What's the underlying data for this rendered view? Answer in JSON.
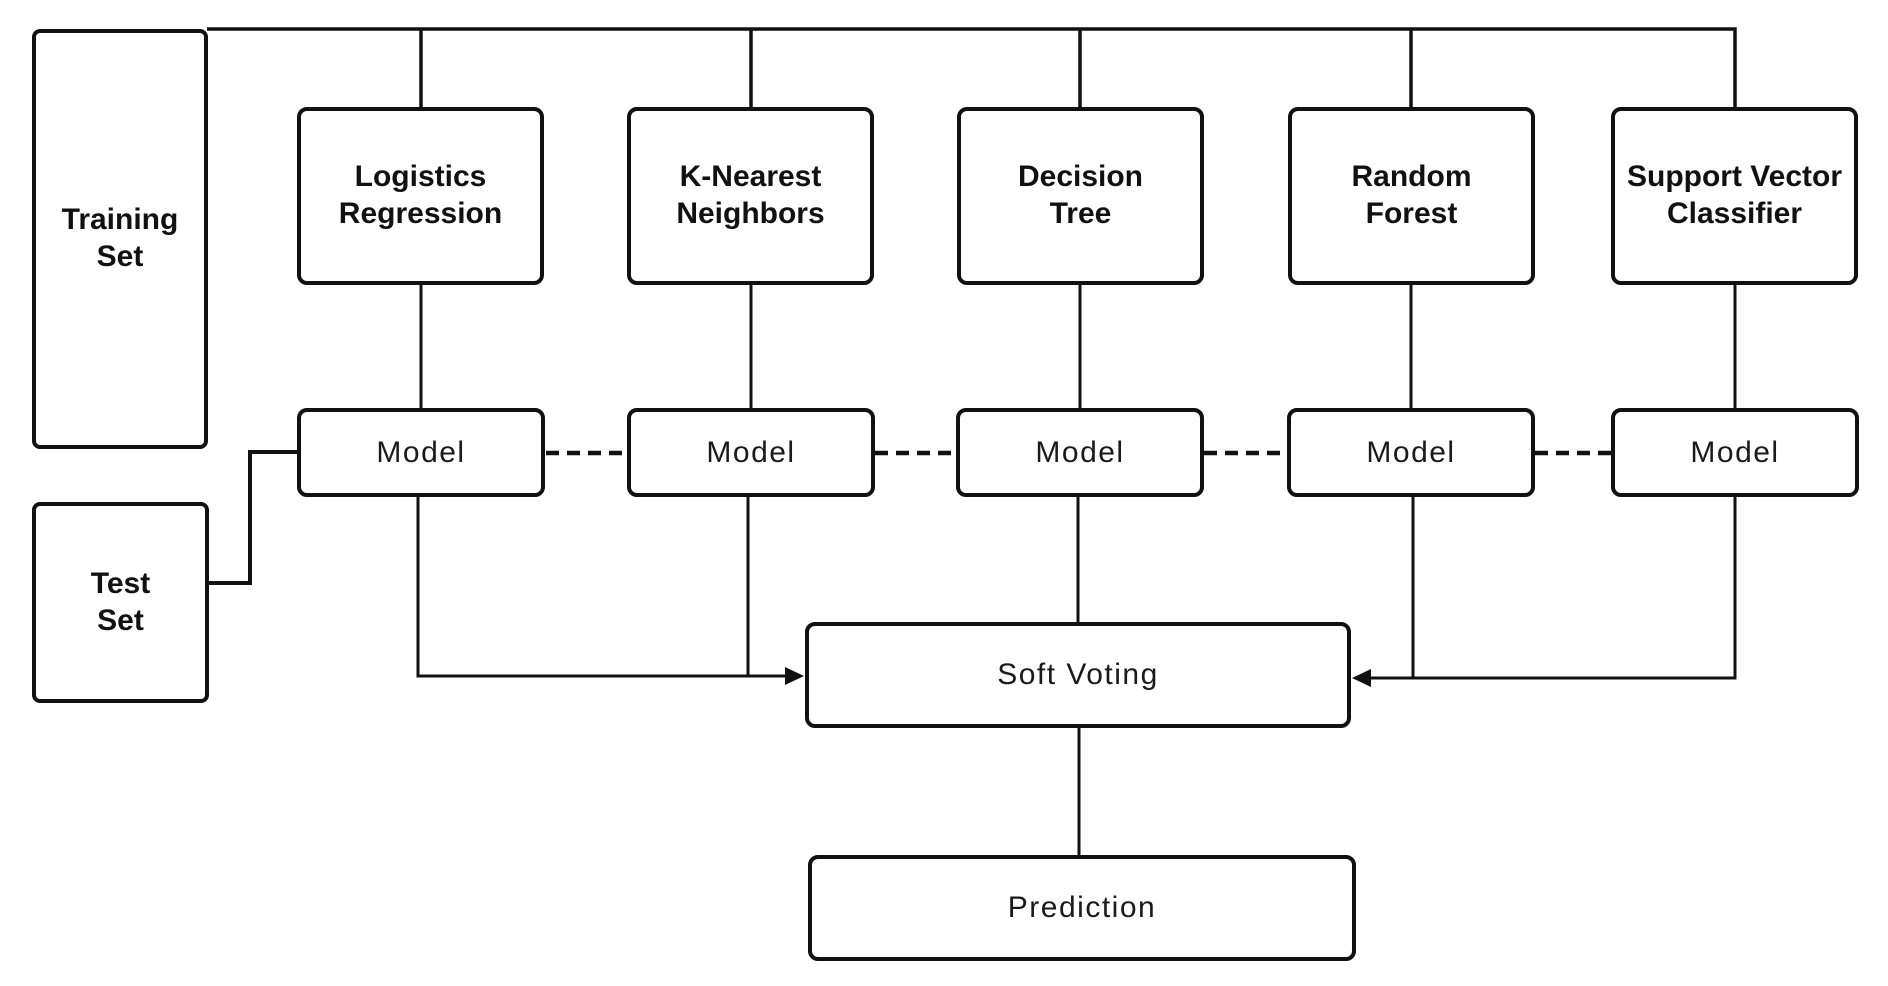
{
  "canvas": {
    "background_color": "#ffffff",
    "stroke_color": "#111111"
  },
  "sources": {
    "training": {
      "lines": [
        "Training",
        "Set"
      ]
    },
    "test": {
      "lines": [
        "Test",
        "Set"
      ]
    }
  },
  "classifiers": [
    {
      "id": "logistics-regression",
      "lines": [
        "Logistics",
        "Regression"
      ]
    },
    {
      "id": "k-nearest-neighbors",
      "lines": [
        "K-Nearest",
        "Neighbors"
      ]
    },
    {
      "id": "decision-tree",
      "lines": [
        "Decision",
        "Tree"
      ]
    },
    {
      "id": "random-forest",
      "lines": [
        "Random",
        "Forest"
      ]
    },
    {
      "id": "support-vector-classifier",
      "lines": [
        "Support Vector",
        "Classifier"
      ]
    }
  ],
  "models": [
    {
      "label": "Model"
    },
    {
      "label": "Model"
    },
    {
      "label": "Model"
    },
    {
      "label": "Model"
    },
    {
      "label": "Model"
    }
  ],
  "aggregator": {
    "label": "Soft Voting"
  },
  "output": {
    "label": "Prediction"
  }
}
